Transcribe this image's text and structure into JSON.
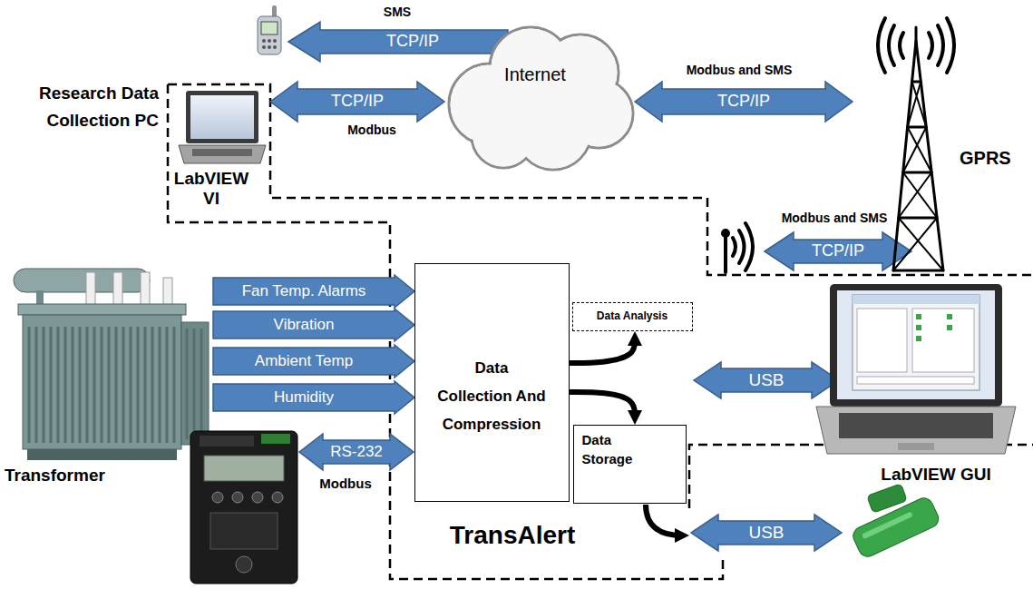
{
  "diagram": {
    "nodes": [
      {
        "text": [
          "Research Data Collection PC",
          "LabVIEW VI"
        ]
      },
      {
        "text": [
          "Internet"
        ]
      },
      {
        "text": [
          "GPRS"
        ]
      },
      {
        "text": [
          "Transformer"
        ]
      },
      {
        "text": [
          "Data Collection And Compression"
        ]
      },
      {
        "text": [
          "Data Analysis"
        ]
      },
      {
        "text": [
          "Data Storage"
        ]
      },
      {
        "text": [
          "LabVIEW GUI"
        ]
      }
    ],
    "edges": [
      {
        "from": 0,
        "to": 1,
        "label": "TCP/IP",
        "arrow": "both"
      },
      {
        "from": 1,
        "to": 2,
        "label": "TCP/IP",
        "arrow": "both"
      },
      {
        "from": 3,
        "to": 4,
        "label": "Fan Temp. Alarms",
        "arrow": "to"
      },
      {
        "from": 3,
        "to": 4,
        "label": "Vibration",
        "arrow": "to"
      },
      {
        "from": 3,
        "to": 4,
        "label": "Ambient Temp",
        "arrow": "to"
      },
      {
        "from": 3,
        "to": 4,
        "label": "Humidity",
        "arrow": "to"
      },
      {
        "from": 4,
        "to": 5,
        "arrow": "to"
      },
      {
        "from": 4,
        "to": 6,
        "arrow": "to"
      }
    ],
    "labels": [
      "SMS",
      "TCP/IP",
      "Modbus",
      "Modbus and SMS",
      "Modbus and SMS",
      "TCP/IP",
      "RS-232",
      "Modbus",
      "TransAlert",
      "USB",
      "USB"
    ]
  }
}
